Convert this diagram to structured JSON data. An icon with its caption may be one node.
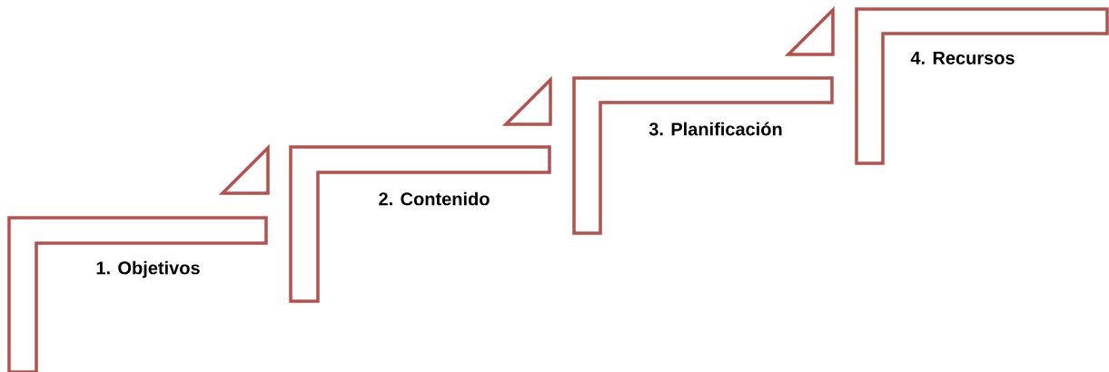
{
  "diagram": {
    "nodes": [
      {
        "text": [
          "1. Objetivos"
        ]
      },
      {
        "text": [
          "2. Contenido"
        ]
      },
      {
        "text": [
          "3. Planificación"
        ]
      },
      {
        "text": [
          "4. Recursos"
        ]
      }
    ]
  }
}
